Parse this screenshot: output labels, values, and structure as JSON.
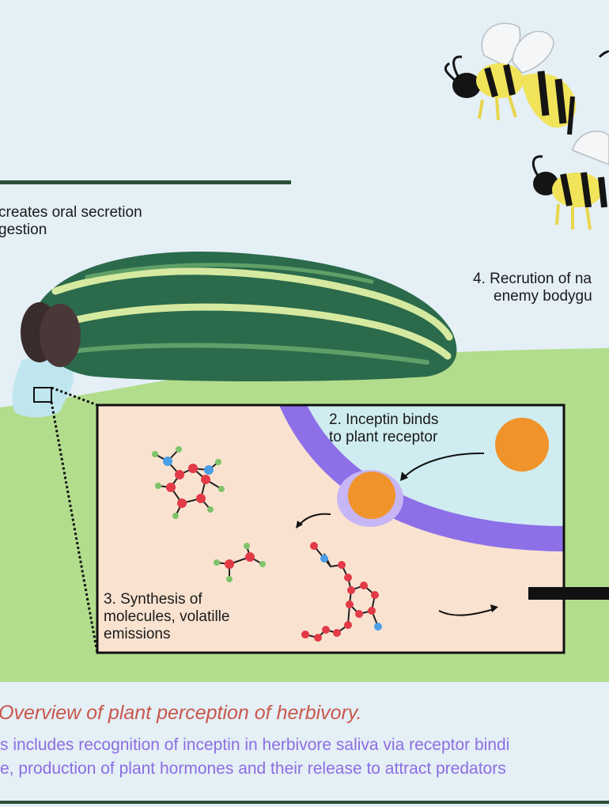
{
  "labels": {
    "step1_line1": "creates oral secretion",
    "step1_line2": "gestion",
    "step2_line1": "2. Inceptin binds",
    "step2_line2": "to plant receptor",
    "step3_line1": "3. Synthesis of",
    "step3_line2": "molecules, volatille",
    "step3_line3": "emissions",
    "step4_line1": "4. Recrution of na",
    "step4_line2": "enemy bodygu"
  },
  "caption": {
    "title": "Overview of plant perception of herbivory.",
    "line1": "s includes recognition of inceptin in herbivore saliva via receptor bindi",
    "line2": "e, production of plant hormones and their release to attract predators"
  },
  "colors": {
    "sky": "#e4eff6",
    "ground": "#b2dd8d",
    "inset_fill": "#f9e3d0",
    "cell_interior": "#cfecf0",
    "membrane": "#8d6fe8",
    "ligand": "#f0932b",
    "caterpillar": "#2b6a4b",
    "caption_title": "#c9574c",
    "caption_text": "#8c6ee0",
    "atom_red": "#e33a48",
    "atom_blue": "#4a9ee6",
    "atom_green": "#7fc46a"
  },
  "icons": [
    "caterpillar-icon",
    "wasp-icon",
    "molecule-icon",
    "receptor-icon"
  ]
}
